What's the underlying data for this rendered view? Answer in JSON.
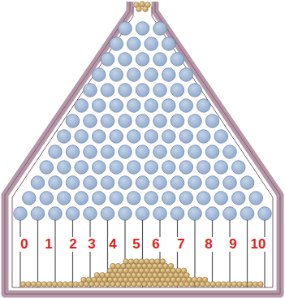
{
  "diagram": {
    "labels": [
      "0",
      "1",
      "2",
      "3",
      "4",
      "5",
      "6",
      "7",
      "8",
      "9",
      "10"
    ]
  }
}
